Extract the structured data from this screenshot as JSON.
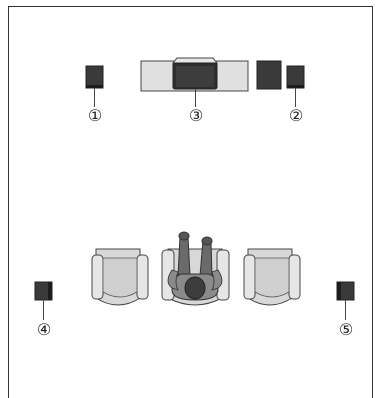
{
  "diagram": {
    "labels": {
      "speaker_1": "①",
      "speaker_2": "②",
      "tv": "③",
      "speaker_4": "④",
      "speaker_5": "⑤"
    },
    "colors": {
      "stand_fill": "#e0e0e0",
      "armchair_fill": "#d8d8d8",
      "speaker_fill": "#3a3a3a",
      "speaker_front": "#1c1c1c",
      "person_fill": "#6a6a6a",
      "person_dark": "#3c3c3c",
      "outline": "#444444"
    }
  }
}
